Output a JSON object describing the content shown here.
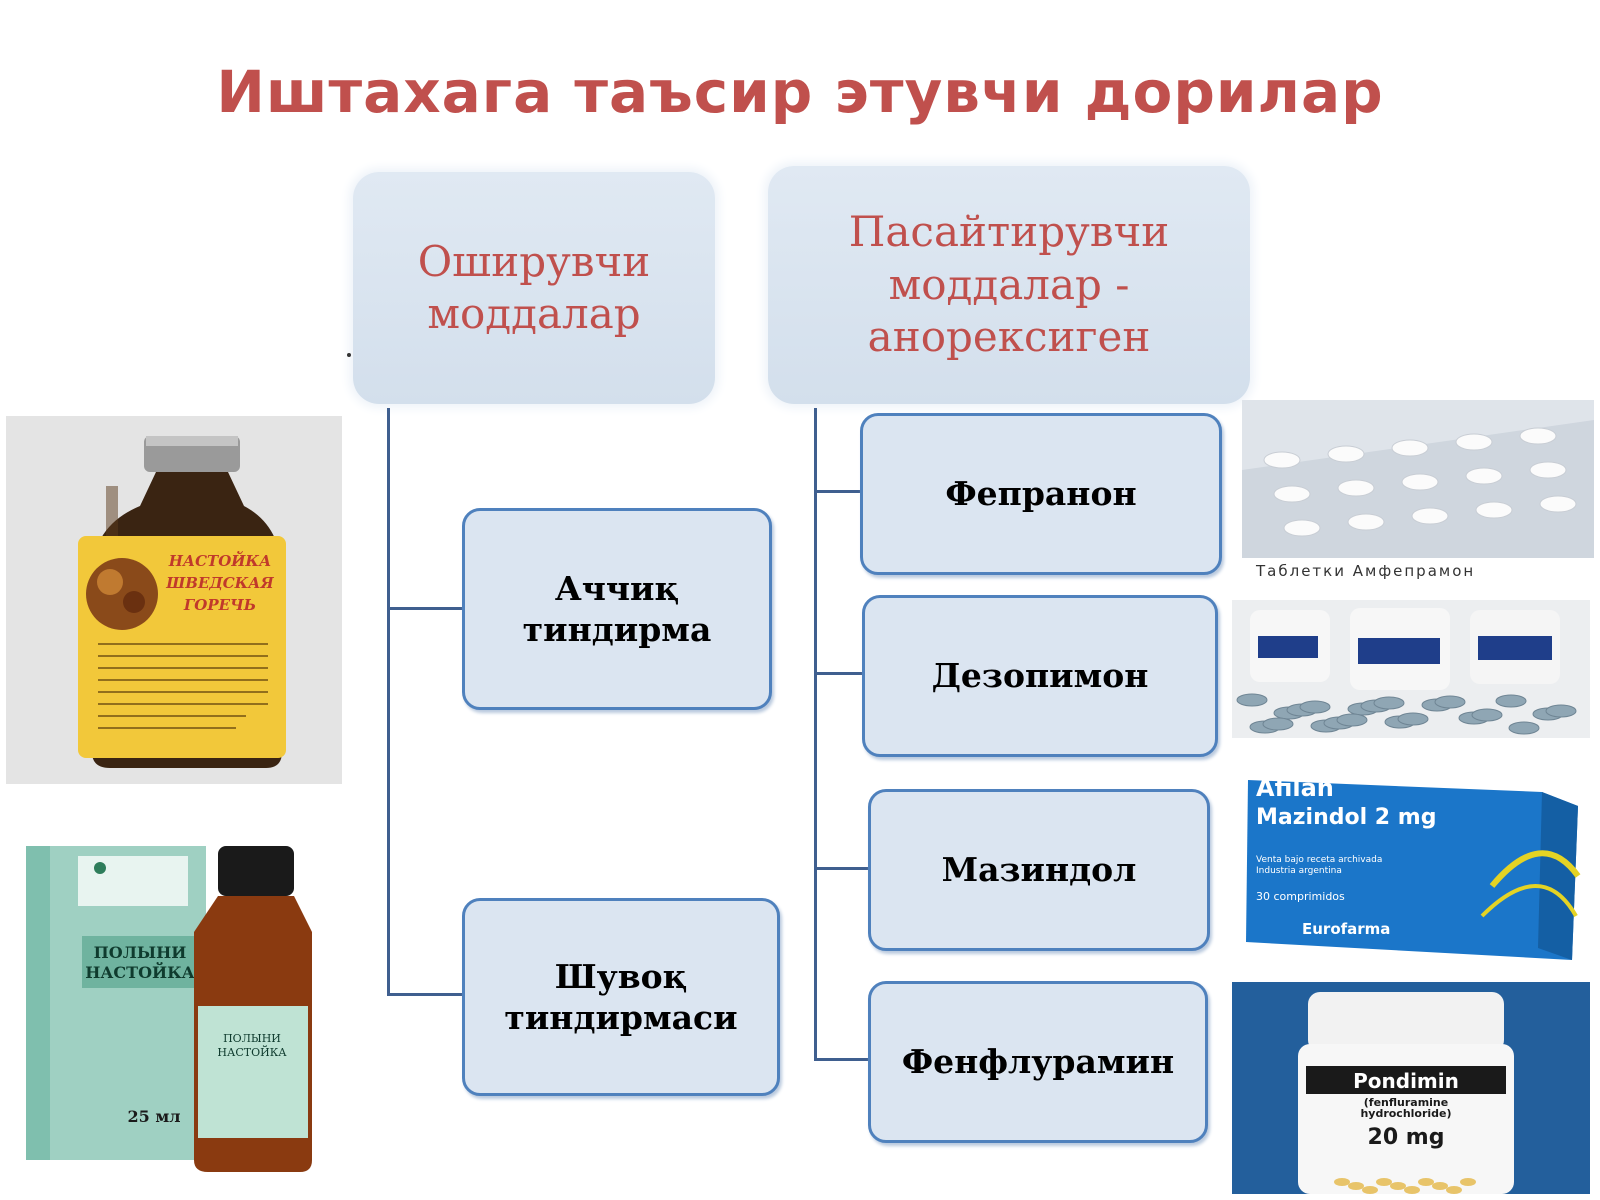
{
  "title": "Иштахага таъсир этувчи дорилар",
  "groups": [
    {
      "label": "Оширувчи\nмоддалар",
      "items": [
        "Аччиқ\nтиндирма",
        "Шувоқ\nтиндирмаси"
      ]
    },
    {
      "label": "Пасайтирувчи\nмоддалар -\nанорексиген",
      "items": [
        "Фепранон",
        "Дезопимон",
        "Мазиндол",
        "Фенфлурамин"
      ]
    }
  ],
  "photos": {
    "bottle_label": "НАСТОЙКА\nШВЕДСКАЯ\nГОРЕЧЬ",
    "polyn_box_label": "ПОЛЫНИ\nНАСТОЙКА",
    "polyn_volume": "25 мл",
    "tablets_caption": "Таблетки Амфепрамон",
    "afilan_brand": "Afilan",
    "afilan_drug": "Mazindol 2 mg",
    "afilan_rx": "Venta bajo receta archivada\nIndustria argentina",
    "afilan_count": "30 comprimidos",
    "afilan_maker": "Eurofarma",
    "pondimin_brand": "Pondimin",
    "pondimin_sub": "(fenfluramine\nhydrochloride)",
    "pondimin_dose": "20 mg"
  },
  "colors": {
    "title": "#c0504d",
    "connector": "#3f5f8f",
    "box_border": "#4f81bd",
    "box_fill": "#dbe5f1",
    "header_fill": "#d8e3ef"
  }
}
